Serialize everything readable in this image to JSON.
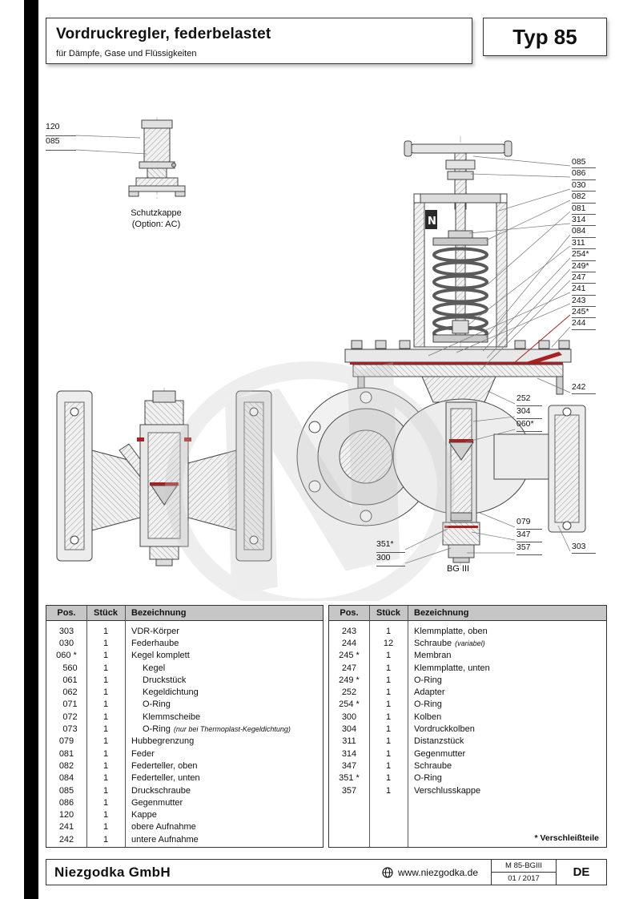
{
  "header": {
    "title": "Vordruckregler, federbelastet",
    "subtitle": "für Dämpfe, Gase und Flüssigkeiten",
    "type_label": "Typ 85"
  },
  "drawing": {
    "captions": {
      "schutzkappe_line1": "Schutzkappe",
      "schutzkappe_line2": "(Option: AC)",
      "bg": "BG III"
    },
    "logo_letter": "N",
    "watermark_letter": "N",
    "callouts": {
      "small": [
        "120",
        "085"
      ],
      "right_top": [
        "085",
        "086",
        "030",
        "082",
        "081",
        "314",
        "084",
        "311",
        "254*",
        "249*",
        "247",
        "241",
        "243",
        "245*",
        "244"
      ],
      "right_mid": [
        "242"
      ],
      "mid": [
        "252",
        "304",
        "060*"
      ],
      "bottom_mid": [
        "079",
        "347",
        "357"
      ],
      "bottom_right": [
        "303"
      ],
      "left": [
        "351*",
        "300"
      ]
    }
  },
  "table": {
    "headers": [
      "Pos.",
      "Stück",
      "Bezeichnung"
    ],
    "left_rows": [
      {
        "pos": "303",
        "qty": "1",
        "name": "VDR-Körper"
      },
      {
        "pos": "030",
        "qty": "1",
        "name": "Federhaube"
      },
      {
        "pos": "060 *",
        "qty": "1",
        "name": "Kegel komplett"
      },
      {
        "pos": "560",
        "qty": "1",
        "name": "Kegel",
        "indent": true
      },
      {
        "pos": "061",
        "qty": "1",
        "name": "Druckstück",
        "indent": true
      },
      {
        "pos": "062",
        "qty": "1",
        "name": "Kegeldichtung",
        "indent": true
      },
      {
        "pos": "071",
        "qty": "1",
        "name": "O-Ring",
        "indent": true
      },
      {
        "pos": "072",
        "qty": "1",
        "name": "Klemmscheibe",
        "indent": true
      },
      {
        "pos": "073",
        "qty": "1",
        "name": "O-Ring",
        "note": "(nur bei Thermoplast-Kegeldichtung)",
        "indent": true
      },
      {
        "pos": "079",
        "qty": "1",
        "name": "Hubbegrenzung"
      },
      {
        "pos": "081",
        "qty": "1",
        "name": "Feder"
      },
      {
        "pos": "082",
        "qty": "1",
        "name": "Federteller, oben"
      },
      {
        "pos": "084",
        "qty": "1",
        "name": "Federteller, unten"
      },
      {
        "pos": "085",
        "qty": "1",
        "name": "Druckschraube"
      },
      {
        "pos": "086",
        "qty": "1",
        "name": "Gegenmutter"
      },
      {
        "pos": "120",
        "qty": "1",
        "name": "Kappe"
      },
      {
        "pos": "241",
        "qty": "1",
        "name": "obere Aufnahme"
      },
      {
        "pos": "242",
        "qty": "1",
        "name": "untere Aufnahme"
      }
    ],
    "right_rows": [
      {
        "pos": "243",
        "qty": "1",
        "name": "Klemmplatte, oben"
      },
      {
        "pos": "244",
        "qty": "12",
        "name": "Schraube",
        "note": "(variabel)"
      },
      {
        "pos": "245 *",
        "qty": "1",
        "name": "Membran"
      },
      {
        "pos": "247",
        "qty": "1",
        "name": "Klemmplatte, unten"
      },
      {
        "pos": "249 *",
        "qty": "1",
        "name": "O-Ring"
      },
      {
        "pos": "252",
        "qty": "1",
        "name": "Adapter"
      },
      {
        "pos": "254 *",
        "qty": "1",
        "name": "O-Ring"
      },
      {
        "pos": "300",
        "qty": "1",
        "name": "Kolben"
      },
      {
        "pos": "304",
        "qty": "1",
        "name": "Vordruckkolben"
      },
      {
        "pos": "311",
        "qty": "1",
        "name": "Distanzstück"
      },
      {
        "pos": "314",
        "qty": "1",
        "name": "Gegenmutter"
      },
      {
        "pos": "347",
        "qty": "1",
        "name": "Schraube"
      },
      {
        "pos": "351 *",
        "qty": "1",
        "name": "O-Ring"
      },
      {
        "pos": "357",
        "qty": "1",
        "name": "Verschlusskappe"
      }
    ],
    "footnote": "*  Verschleißteile"
  },
  "footer": {
    "company": "Niezgodka GmbH",
    "website": "www.niezgodka.de",
    "doc_number": "M 85-BGIII",
    "doc_date": "01 / 2017",
    "language": "DE"
  }
}
